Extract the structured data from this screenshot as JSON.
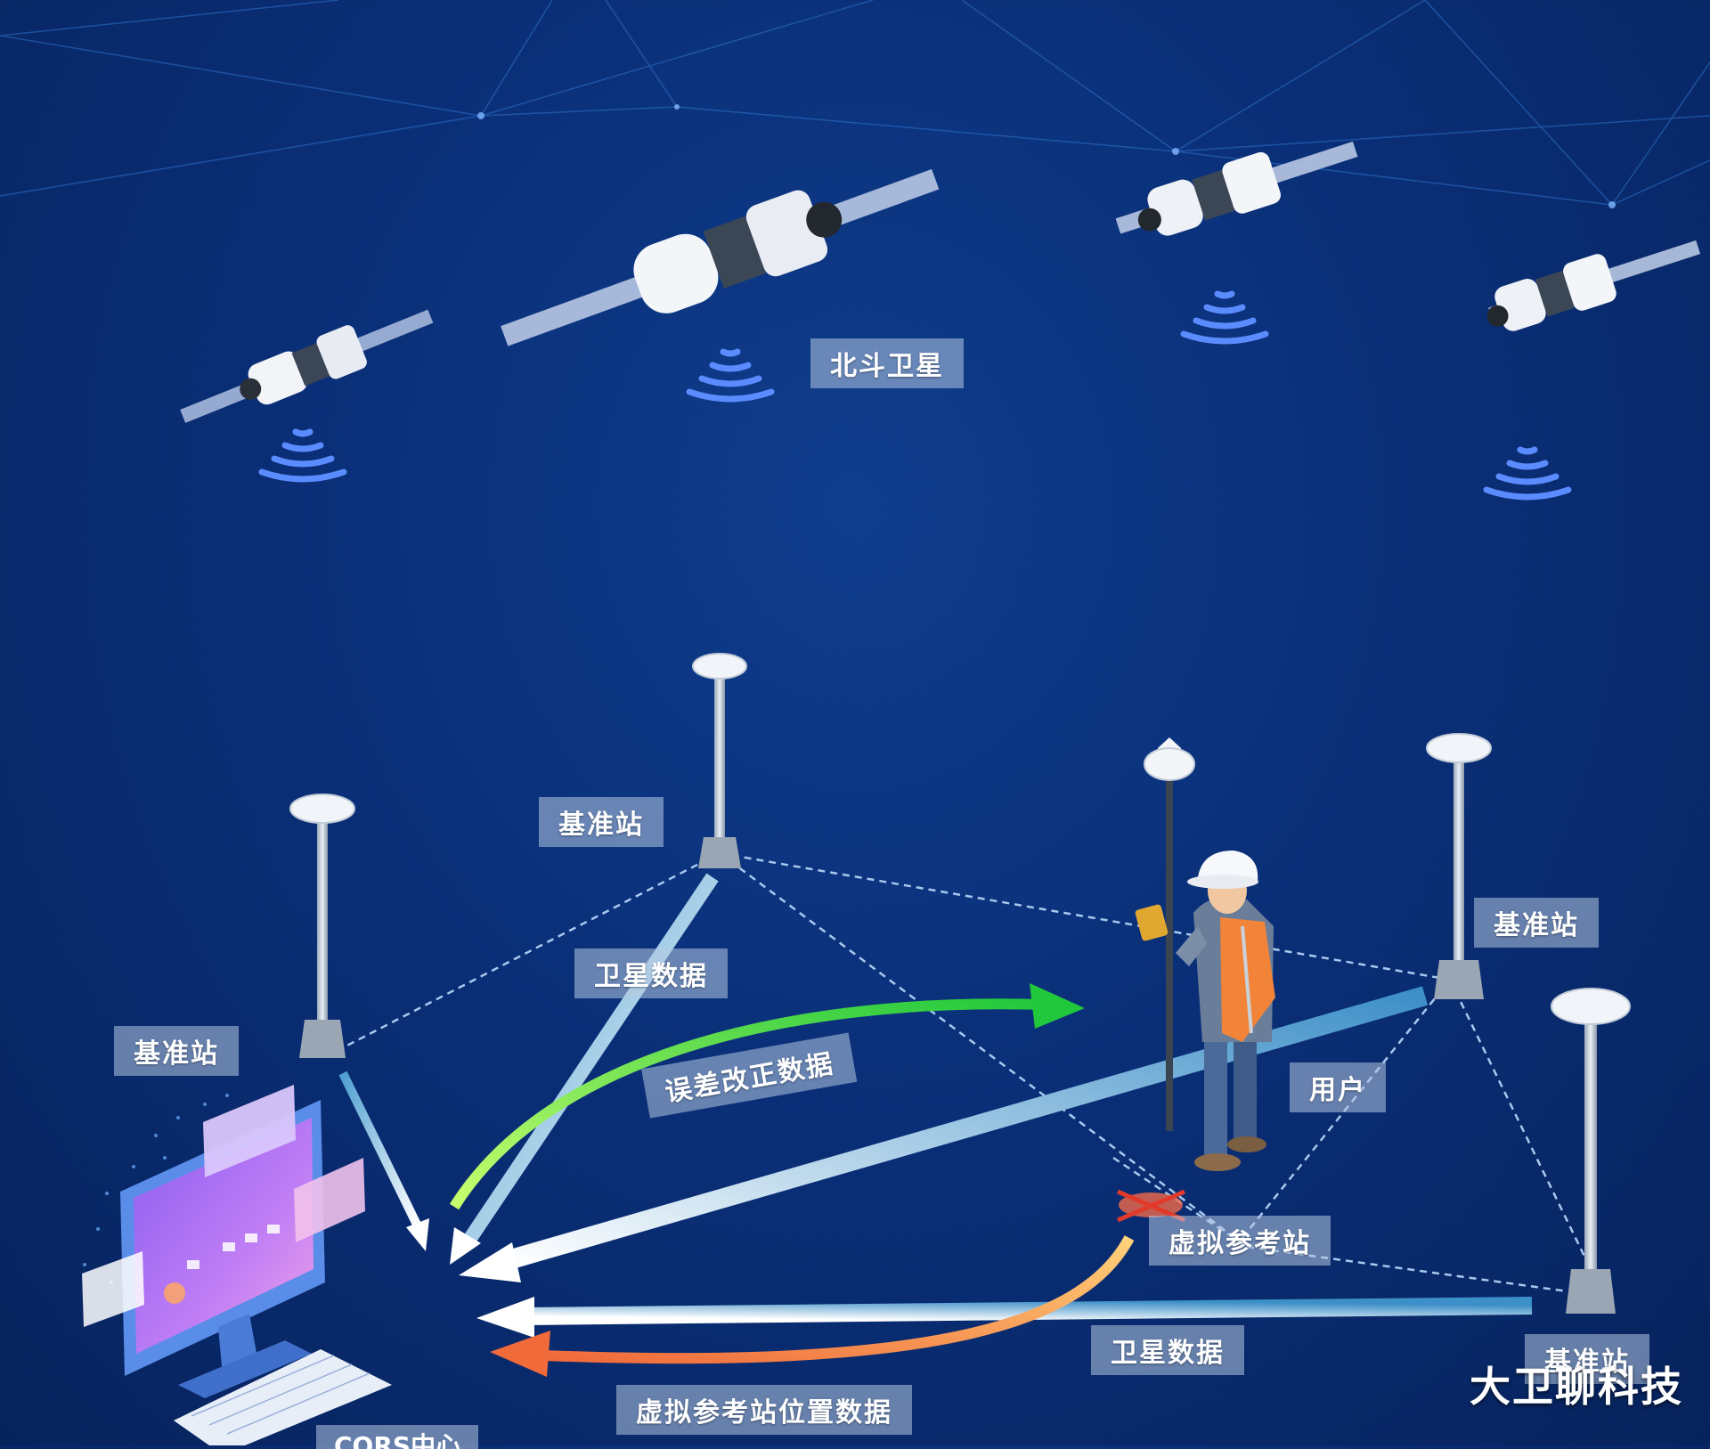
{
  "labels": {
    "beidou": "北斗卫星",
    "base_top": "基准站",
    "base_left": "基准站",
    "base_right": "基准站",
    "base_bottom_right": "基准站",
    "sat_data_top": "卫星数据",
    "sat_data_bottom": "卫星数据",
    "correction": "误差改正数据",
    "user": "用户",
    "virtual_station": "虚拟参考站",
    "virtual_position": "虚拟参考站位置数据",
    "cors_center": "CORS中心"
  },
  "watermark": "大卫聊科技",
  "colors": {
    "background": "#0a2f78",
    "correction_arrow": "#3ddc4a",
    "virtual_arrow": "#f08a3c",
    "data_arrow": "#ffffff",
    "dashed_line": "#a9c8ee",
    "signal": "#5b8cff"
  }
}
